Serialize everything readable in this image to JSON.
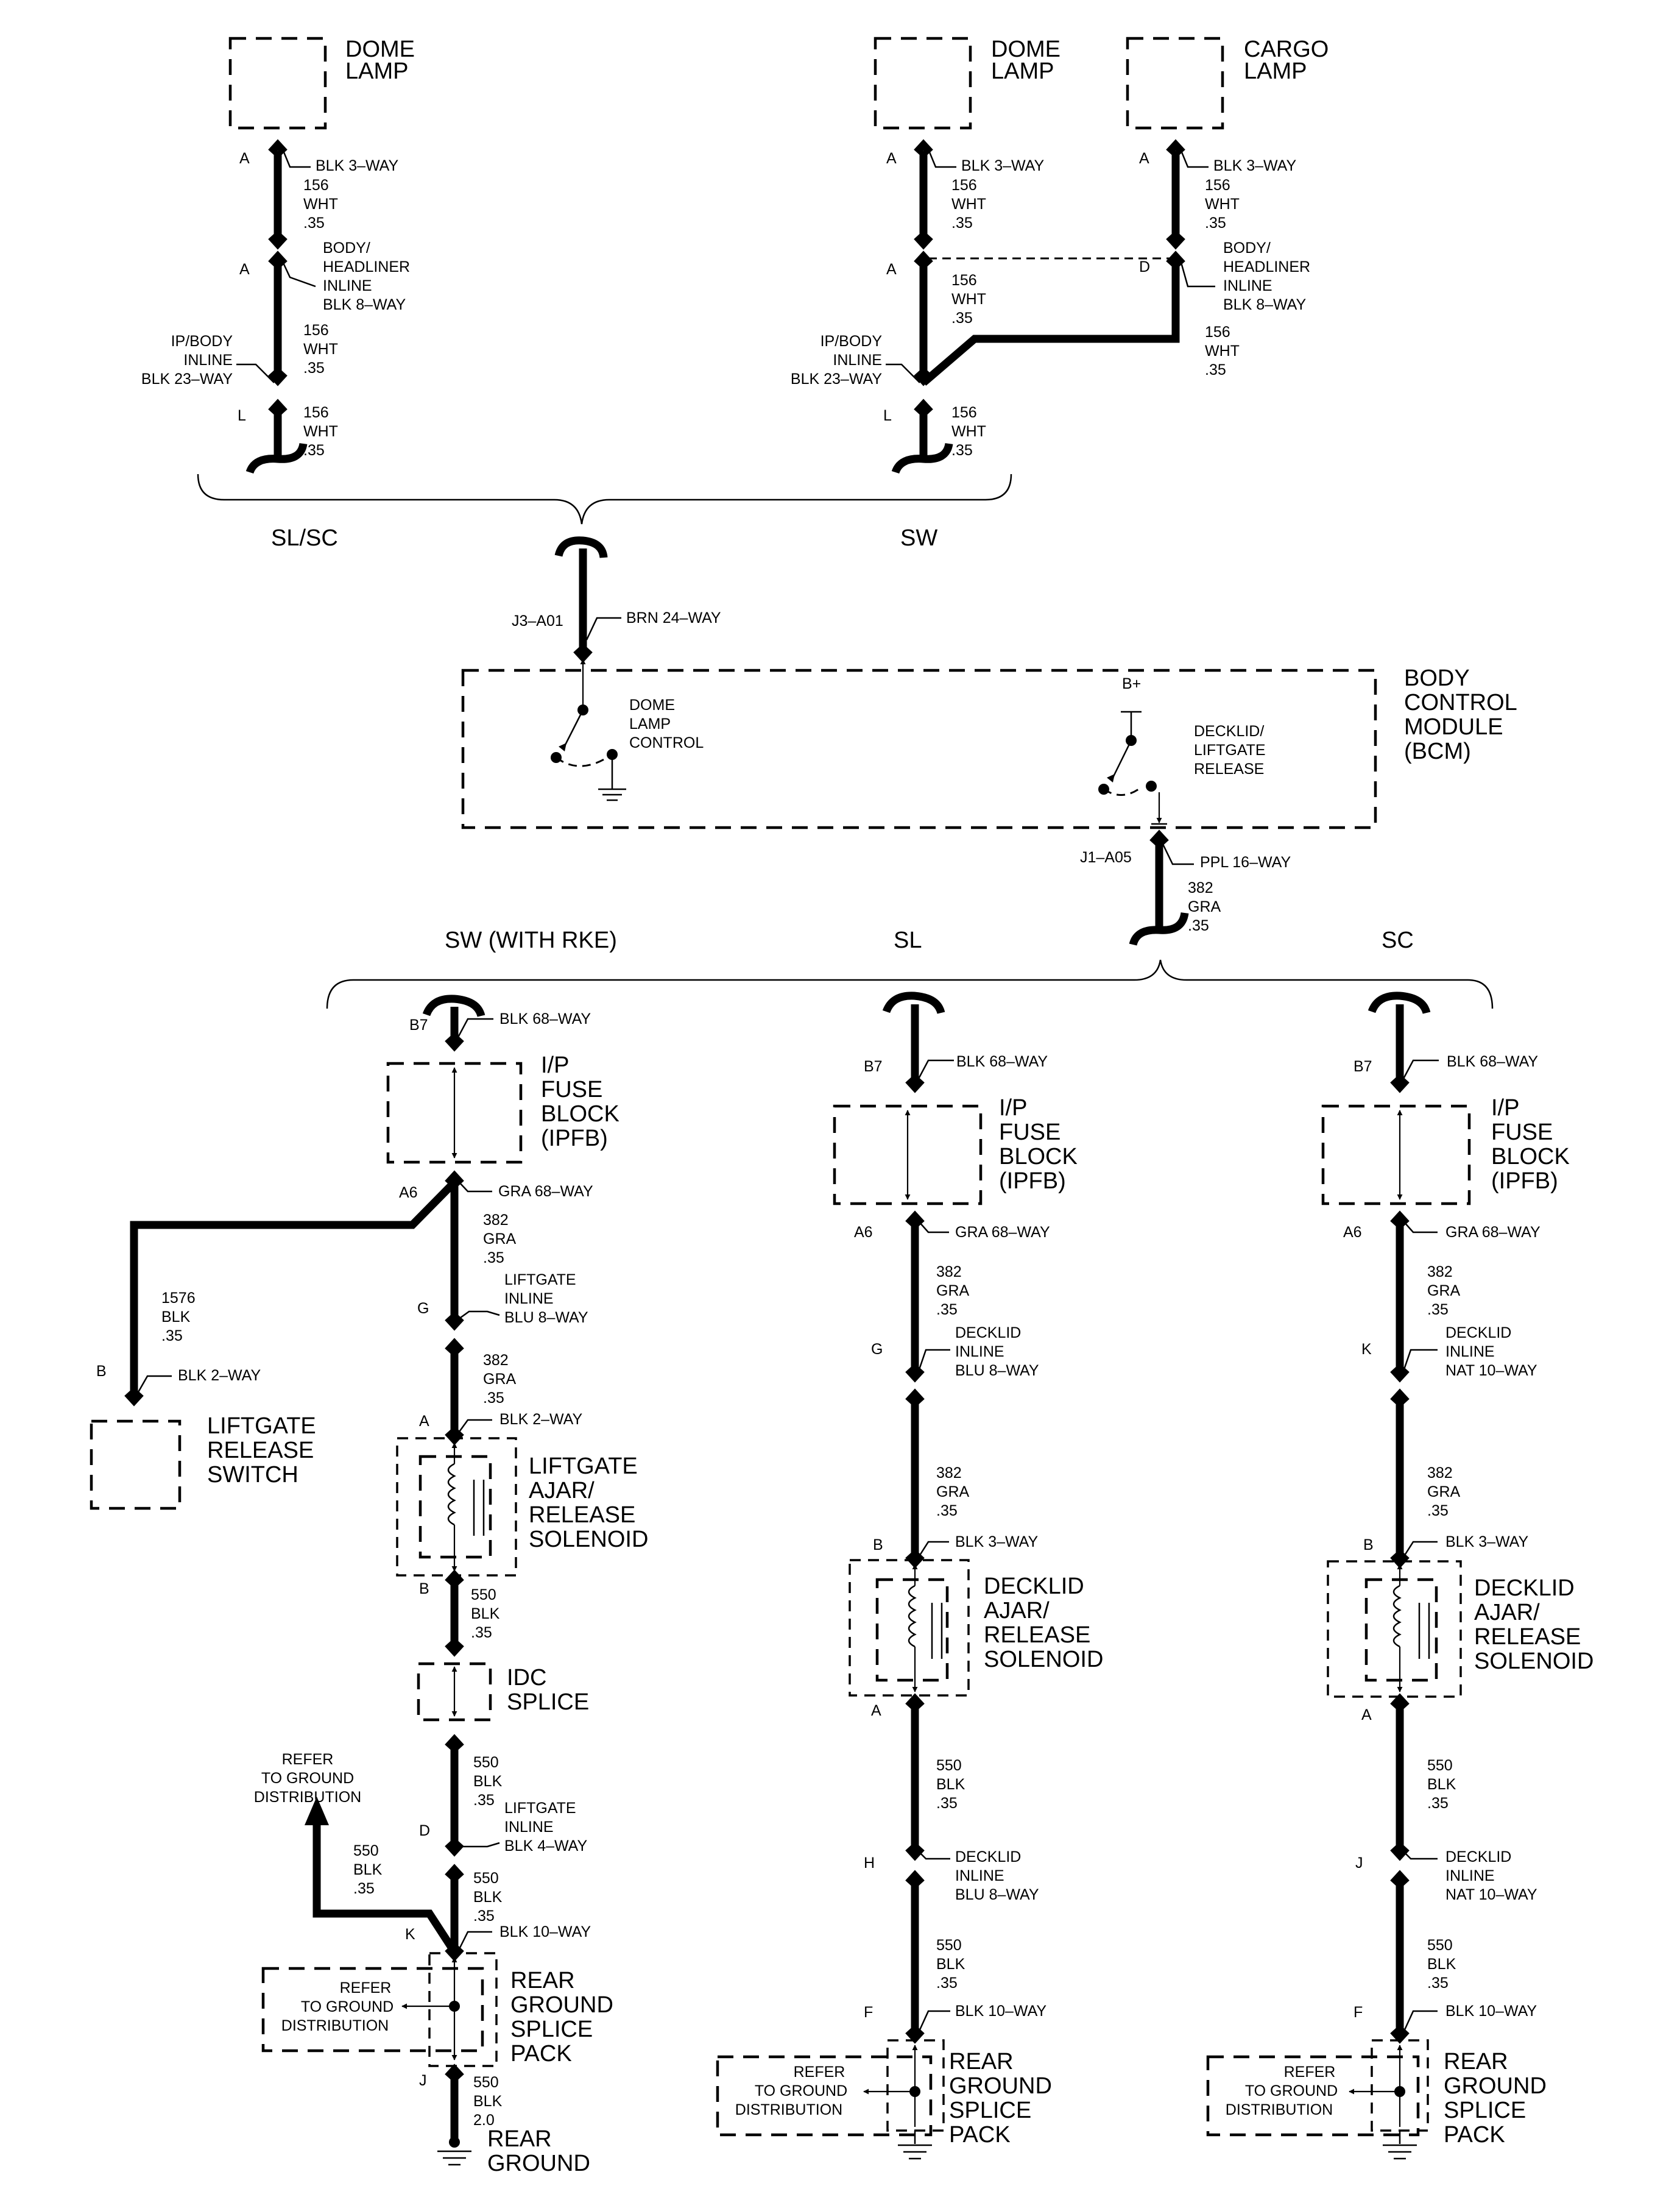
{
  "components": {
    "dome_lamp_1": [
      "DOME",
      "LAMP"
    ],
    "dome_lamp_2": [
      "DOME",
      "LAMP"
    ],
    "cargo_lamp": [
      "CARGO",
      "LAMP"
    ],
    "bcm": [
      "BODY",
      "CONTROL",
      "MODULE",
      "(BCM)"
    ],
    "dome_lamp_control": [
      "DOME",
      "LAMP",
      "CONTROL"
    ],
    "decklid_liftgate_release": [
      "DECKLID/",
      "LIFTGATE",
      "RELEASE"
    ],
    "b_plus": "B+",
    "ipfb": [
      "I/P",
      "FUSE",
      "BLOCK",
      "(IPFB)"
    ],
    "liftgate_release_switch": [
      "LIFTGATE",
      "RELEASE",
      "SWITCH"
    ],
    "liftgate_solenoid": [
      "LIFTGATE",
      "AJAR/",
      "RELEASE",
      "SOLENOID"
    ],
    "decklid_solenoid": [
      "DECKLID",
      "AJAR/",
      "RELEASE",
      "SOLENOID"
    ],
    "idc_splice": [
      "IDC",
      "SPLICE"
    ],
    "rear_ground_splice_pack": [
      "REAR",
      "GROUND",
      "SPLICE",
      "PACK"
    ],
    "refer_ground_3": [
      "REFER",
      "TO GROUND",
      "DISTRIBUTION"
    ],
    "refer_ground_arrow": [
      "REFER",
      "TO GROUND",
      "DISTRIBUTION"
    ],
    "rear_ground": [
      "REAR",
      "GROUND"
    ]
  },
  "variants": {
    "sl_sc": "SL/SC",
    "sw": "SW",
    "sw_rke": "SW (WITH RKE)",
    "sl": "SL",
    "sc": "SC"
  },
  "connectors": {
    "blk3": "BLK 3–WAY",
    "body_headliner": [
      "BODY/",
      "HEADLINER",
      "INLINE",
      "BLK 8–WAY"
    ],
    "ip_body": [
      "IP/BODY",
      "INLINE",
      "BLK 23–WAY"
    ],
    "j3": "J3–A01",
    "brn24": "BRN 24–WAY",
    "j1": "J1–A05",
    "ppl16": "PPL 16–WAY",
    "blk68": "BLK 68–WAY",
    "gra68": "GRA 68–WAY",
    "liftgate_inline_blu8": [
      "LIFTGATE",
      "INLINE",
      "BLU 8–WAY"
    ],
    "blk2": "BLK 2–WAY",
    "liftgate_inline_blk4": [
      "LIFTGATE",
      "INLINE",
      "BLK 4–WAY"
    ],
    "blk10": "BLK 10–WAY",
    "decklid_inline_blu8": [
      "DECKLID",
      "INLINE",
      "BLU 8–WAY"
    ],
    "decklid_inline_nat10": [
      "DECKLID",
      "INLINE",
      "NAT 10–WAY"
    ]
  },
  "pins": {
    "A": "A",
    "B": "B",
    "D": "D",
    "F": "F",
    "G": "G",
    "H": "H",
    "J": "J",
    "K": "K",
    "L": "L",
    "A6": "A6",
    "B7": "B7"
  },
  "wires": {
    "c156": [
      "156",
      "WHT",
      ".35"
    ],
    "c382": [
      "382",
      "GRA",
      ".35"
    ],
    "c550": [
      "550",
      "BLK",
      ".35"
    ],
    "c550_2": [
      "550",
      "BLK",
      "2.0"
    ],
    "c1576": [
      "1576",
      "BLK",
      ".35"
    ]
  }
}
